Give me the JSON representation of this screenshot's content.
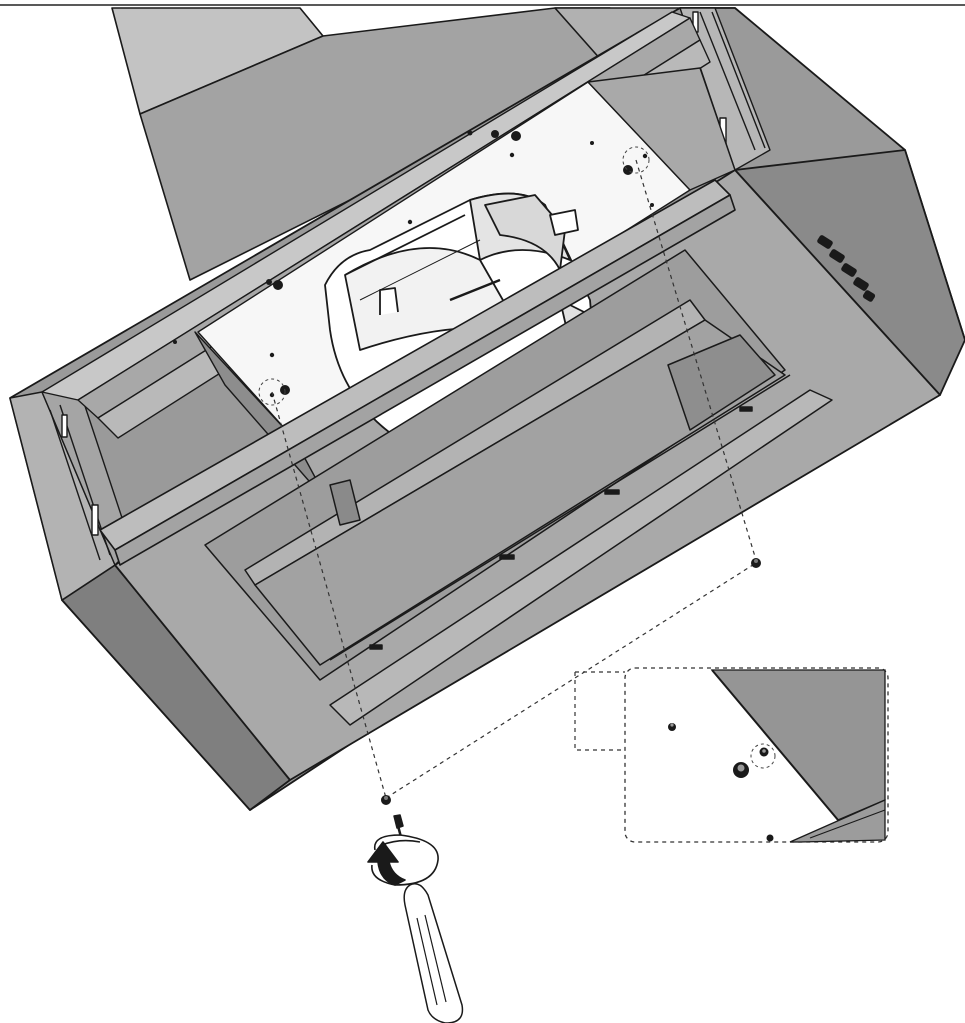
{
  "figure": {
    "subject": "range-hood-installation-diagram",
    "step": "fasten-motor-panel-with-screws",
    "callout": "detail-view-screw-location",
    "rotation_direction": "clockwise",
    "colors": {
      "background": "#ffffff",
      "outline": "#1a1a1a",
      "panel_dark": "#8e8e8e",
      "panel_mid": "#a6a6a6",
      "panel_light": "#c4c4c4",
      "interior": "#f6f6f6",
      "motor": "#ffffff",
      "dashed_line": "#333333"
    },
    "icons": [
      "range-hood",
      "blower-motor",
      "screw",
      "screwdriver",
      "rotation-arrow",
      "control-buttons",
      "detail-callout"
    ]
  }
}
